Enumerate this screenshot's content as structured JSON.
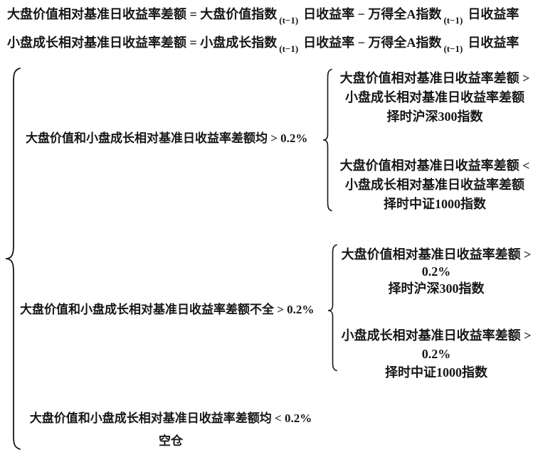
{
  "canvas": {
    "background": "#ffffff",
    "text_color": "#161616"
  },
  "equations": [
    {
      "lead": "大盘价值相对基准日收益率差额 = 大盘价值指数",
      "sub1": "(t−1)",
      "mid": "日收益率 − 万得全A指数",
      "sub2": "(t−1)",
      "tail": "日收益率"
    },
    {
      "lead": "小盘成长相对基准日收益率差额 = 小盘成长指数",
      "sub1": "(t−1)",
      "mid": "日收益率 − 万得全A指数",
      "sub2": "(t−1)",
      "tail": "日收益率"
    }
  ],
  "tree": {
    "branch1": {
      "condition": "大盘价值和小盘成长相对基准日收益率差额均 > 0.2%",
      "case1": {
        "l1": "大盘价值相对基准日收益率差额 >",
        "l2": "小盘成长相对基准日收益率差额",
        "l3": "择时沪深300指数"
      },
      "case2": {
        "l1": "大盘价值相对基准日收益率差额 <",
        "l2": "小盘成长相对基准日收益率差额",
        "l3": "择时中证1000指数"
      }
    },
    "branch2": {
      "condition": "大盘价值和小盘成长相对基准日收益率差额不全 > 0.2%",
      "case1": {
        "l1": "大盘价值相对基准日收益率差额 >",
        "l2": "0.2%",
        "l3": "择时沪深300指数"
      },
      "case2": {
        "l1": "小盘成长相对基准日收益率差额 >",
        "l2": "0.2%",
        "l3": "择时中证1000指数"
      }
    },
    "branch3": {
      "condition": "大盘价值和小盘成长相对基准日收益率差额均 < 0.2%",
      "result": "空仓"
    }
  }
}
